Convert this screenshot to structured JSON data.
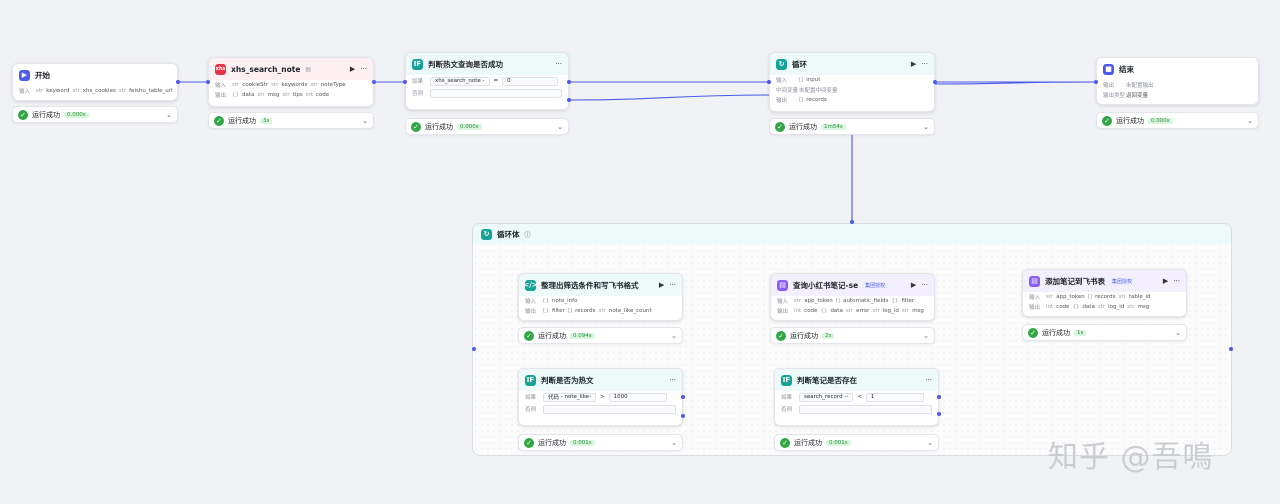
{
  "start": {
    "title": "开始",
    "in_label": "输入",
    "vars": [
      "keyword",
      "xhs_cookies",
      "feishu_table_url"
    ],
    "status": "运行成功",
    "time": "0.000s"
  },
  "search": {
    "title": "xhs_search_note",
    "in_label": "输入",
    "out_label": "输出",
    "inputs": [
      "cookieStr",
      "keywords",
      "noteType"
    ],
    "outputs": [
      "data",
      "msg",
      "tips",
      "code"
    ],
    "status": "运行成功",
    "time": "3s"
  },
  "judge1": {
    "title": "判断热文查询是否成功",
    "if_label": "如果",
    "else_label": "否则",
    "left": "xhs_search_note -",
    "op": "=",
    "right": "0",
    "status": "运行成功",
    "time": "0.000s"
  },
  "loop": {
    "title": "循环",
    "in_label": "输入",
    "mid_label": "中间变量",
    "out_label": "输出",
    "input": "input",
    "mid_value": "未配置中间变量",
    "output": "records",
    "status": "运行成功",
    "time": "1m54s"
  },
  "end": {
    "title": "结束",
    "out_label": "输出",
    "type_label": "输出类型",
    "out_value": "未配置输出",
    "type_value": "返回变量",
    "status": "运行成功",
    "time": "0.000s"
  },
  "loopbody": {
    "title": "循环体"
  },
  "code1": {
    "title": "整理出筛选条件和写飞书格式",
    "in_label": "输入",
    "out_label": "输出",
    "input": "note_info",
    "outputs": [
      "filter",
      "records",
      "note_like_count"
    ],
    "status": "运行成功",
    "time": "0.094s"
  },
  "judge2": {
    "title": "判断是否为热文",
    "if_label": "如果",
    "else_label": "否则",
    "left_type": "代码",
    "left": "note_like-",
    "op": ">",
    "right": "1000",
    "status": "运行成功",
    "time": "0.001s"
  },
  "query": {
    "title": "查询小红书笔记-se",
    "auth": "集团授权",
    "in_label": "输入",
    "out_label": "输出",
    "inputs": [
      "app_token",
      "automatic_fields",
      "filter"
    ],
    "outputs": [
      "code",
      "data",
      "error",
      "log_id",
      "msg"
    ],
    "status": "运行成功",
    "time": "2s"
  },
  "judge3": {
    "title": "判断笔记是否存在",
    "if_label": "如果",
    "else_label": "否则",
    "left": "search_record --",
    "op": "<",
    "right": "1",
    "status": "运行成功",
    "time": "0.001s"
  },
  "add": {
    "title": "添加笔记到飞书表",
    "auth": "集团授权",
    "in_label": "输入",
    "out_label": "输出",
    "inputs": [
      "app_token",
      "records",
      "table_id"
    ],
    "outputs": [
      "code",
      "data",
      "log_id",
      "msg"
    ],
    "status": "运行成功",
    "time": "1s"
  },
  "watermark": "知乎 @吾鳴",
  "colors": {
    "accent": "#4e5ae8",
    "success": "#32a645",
    "code": "#17a398",
    "plugin": "#e5344a",
    "api": "#8a5cf5"
  }
}
